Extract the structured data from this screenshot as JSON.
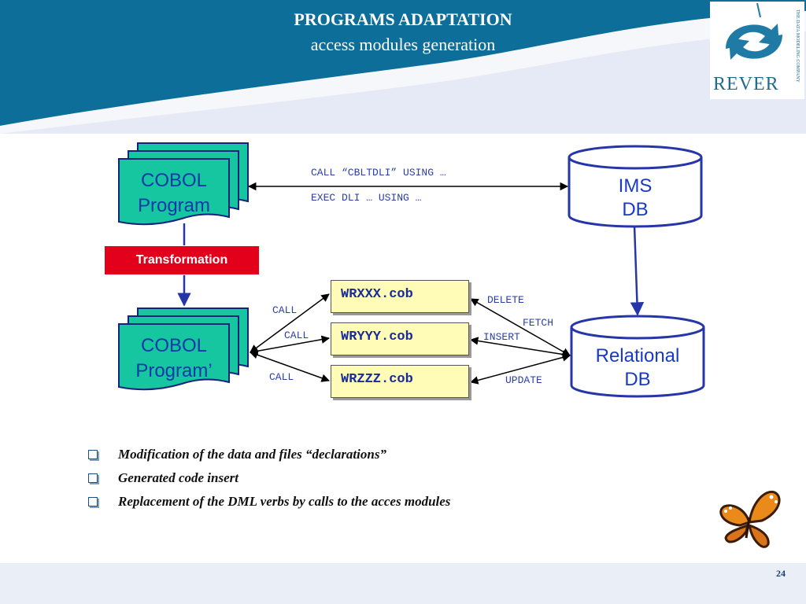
{
  "header": {
    "title": "PROGRAMS ADAPTATION",
    "subtitle": "access modules generation",
    "colors": {
      "band": "#0c6e99",
      "wave": "#e6eaf6"
    }
  },
  "logo": {
    "text": "REVER",
    "tagline": "THE DATA MODELING COMPANY"
  },
  "diagram": {
    "cobol_program": [
      "COBOL",
      "Program"
    ],
    "cobol_program_prime": [
      "COBOL",
      "Program’"
    ],
    "ims_db": [
      "IMS",
      "DB"
    ],
    "relational_db": [
      "Relational",
      "DB"
    ],
    "transformation": "Transformation",
    "ims_call_1": "CALL “CBLTDLI” USING …",
    "ims_call_2": "EXEC DLI … USING …",
    "modules": [
      "WRXXX.cob",
      "WRYYY.cob",
      "WRZZZ.cob"
    ],
    "call_labels": [
      "CALL",
      "CALL",
      "CALL"
    ],
    "db_ops": [
      "DELETE",
      "FETCH",
      "INSERT",
      "UPDATE"
    ]
  },
  "bullets": [
    "Modification of the data and files “declarations”",
    "Generated code insert",
    "Replacement of the DML verbs by calls to the acces modules"
  ],
  "page_number": "24"
}
